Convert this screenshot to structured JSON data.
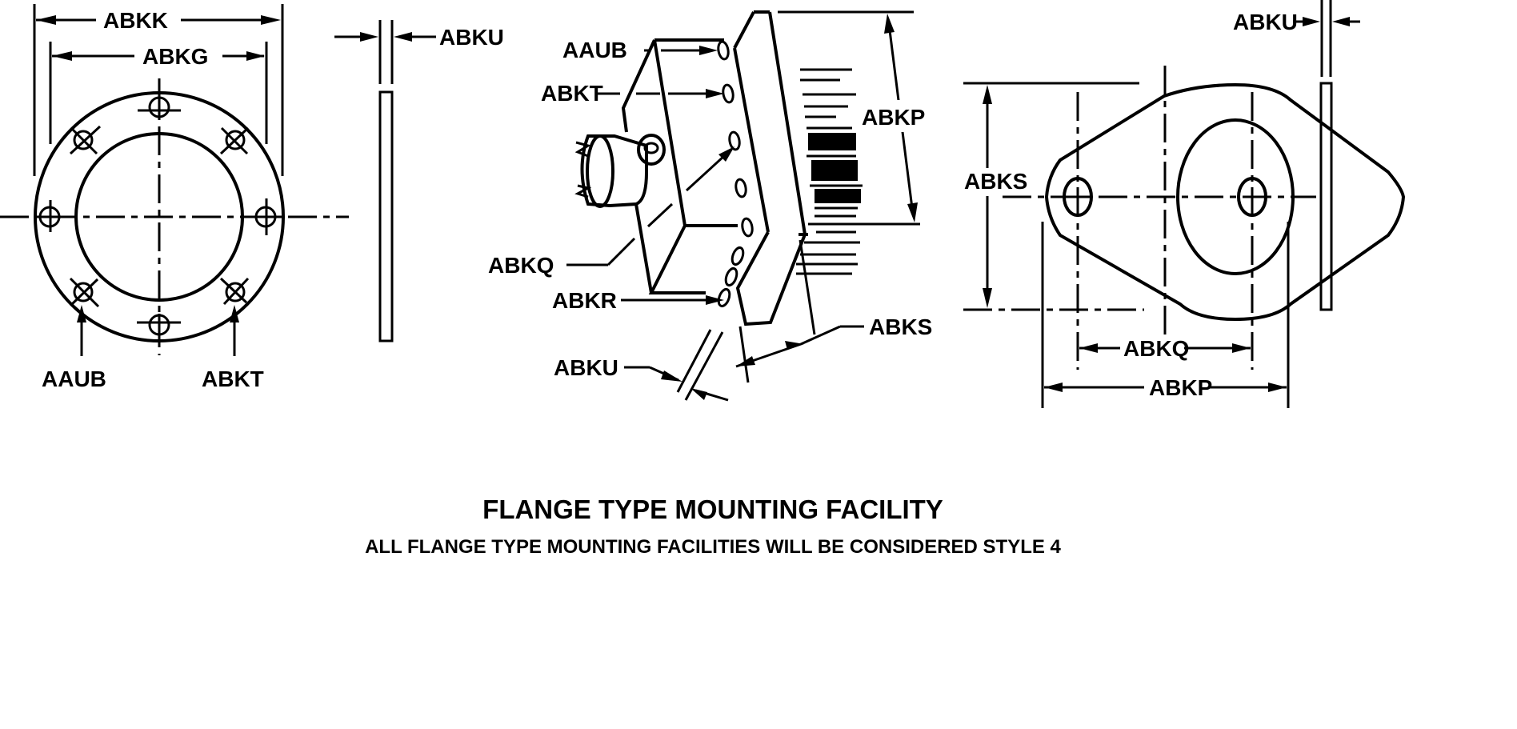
{
  "title": "FLANGE TYPE MOUNTING FACILITY",
  "subtitle": "ALL FLANGE TYPE MOUNTING FACILITIES WILL BE CONSIDERED STYLE 4",
  "colors": {
    "line": "#000000",
    "background": "#ffffff"
  },
  "views": {
    "round_flange": {
      "labels": {
        "outer_width": "ABKK",
        "bolt_circle": "ABKG",
        "hole_left": "AAUB",
        "hole_right": "ABKT"
      },
      "bolt_hole_count": 8
    },
    "round_flange_side": {
      "labels": {
        "thickness": "ABKU"
      }
    },
    "isometric": {
      "labels": {
        "hole_diameter": "AAUB",
        "bolt_hole": "ABKT",
        "height": "ABKP",
        "inner": "ABKQ",
        "bottom": "ABKR",
        "width": "ABKS",
        "thickness": "ABKU"
      }
    },
    "diamond_flange": {
      "labels": {
        "height": "ABKS",
        "hole_spacing": "ABKQ",
        "overall_width": "ABKP"
      },
      "bolt_hole_count": 2
    },
    "diamond_flange_side": {
      "labels": {
        "thickness": "ABKU"
      }
    }
  }
}
